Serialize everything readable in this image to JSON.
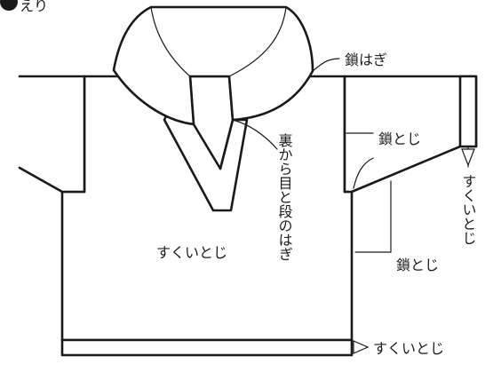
{
  "header": {
    "title": "えり"
  },
  "labels": {
    "shoulder_seam": "鎖はぎ",
    "sleeve_seam_top": "鎖とじ",
    "sleeve_seam_bottom": "鎖とじ",
    "cuff": "すくいとじ",
    "collar_band": "すくいとじ",
    "collar_back": "裏から目と段のはぎ",
    "hem_band": "すくいとじ"
  },
  "colors": {
    "line": "#1a1a1a",
    "paper": "#ffffff"
  }
}
